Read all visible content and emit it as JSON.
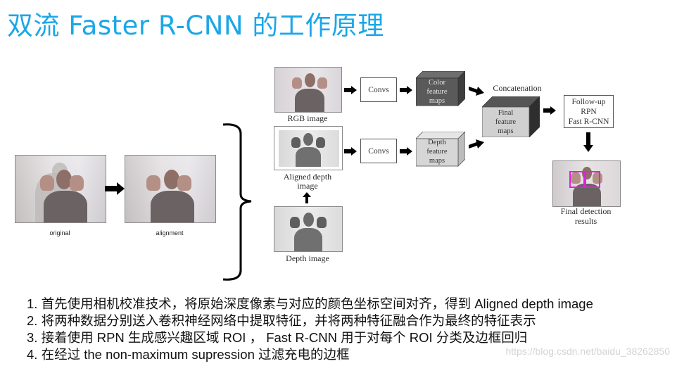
{
  "slide": {
    "title": "双流 Faster R-CNN 的工作原理",
    "title_color": "#1aa7e8"
  },
  "left_figure": {
    "images": [
      {
        "name": "original-photo",
        "caption": "original"
      },
      {
        "name": "alignment-photo",
        "caption": "alignment"
      }
    ],
    "arrow": "right-arrow"
  },
  "brace": "right-curly-brace",
  "diagram": {
    "rgb_image_label": "RGB image",
    "aligned_depth_label_line1": "Aligned depth",
    "aligned_depth_label_line2": "image",
    "depth_image_label": "Depth image",
    "convs_top": "Convs",
    "convs_bottom": "Convs",
    "color_feature_maps": [
      "Color",
      "feature",
      "maps"
    ],
    "depth_feature_maps": [
      "Depth",
      "feature",
      "maps"
    ],
    "concatenation_label": "Concatenation",
    "final_feature_maps": [
      "Final",
      "feature",
      "maps"
    ],
    "followup_box": [
      "Follow-up",
      "RPN",
      "Fast R-CNN"
    ],
    "final_detection_label_line1": "Final detection",
    "final_detection_label_line2": "results",
    "colors": {
      "color_cube_front": "#5a5a5a",
      "color_cube_top": "#6e6e6e",
      "color_cube_side": "#3e3e3e",
      "depth_cube_front": "#d6d6d6",
      "depth_cube_top": "#e6e6e6",
      "depth_cube_side": "#bcbcbc",
      "final_cube_front": "#d0d0d0",
      "final_cube_top": "#555555",
      "final_cube_side": "#2e2e2e",
      "detection_box": "#e020e0"
    }
  },
  "steps": [
    "1. 首先使用相机校准技术，将原始深度像素与对应的颜色坐标空间对齐，得到 Aligned depth image",
    "2. 将两种数据分别送入卷积神经网络中提取特征，并将两种特征融合作为最终的特征表示",
    "3. 接着使用 RPN 生成感兴趣区域 ROI ，  Fast R-CNN 用于对每个 ROI 分类及边框回归",
    "4. 在经过 the non-maximum supression 过滤充电的边框"
  ],
  "watermark": "https://blog.csdn.net/baidu_38262850"
}
